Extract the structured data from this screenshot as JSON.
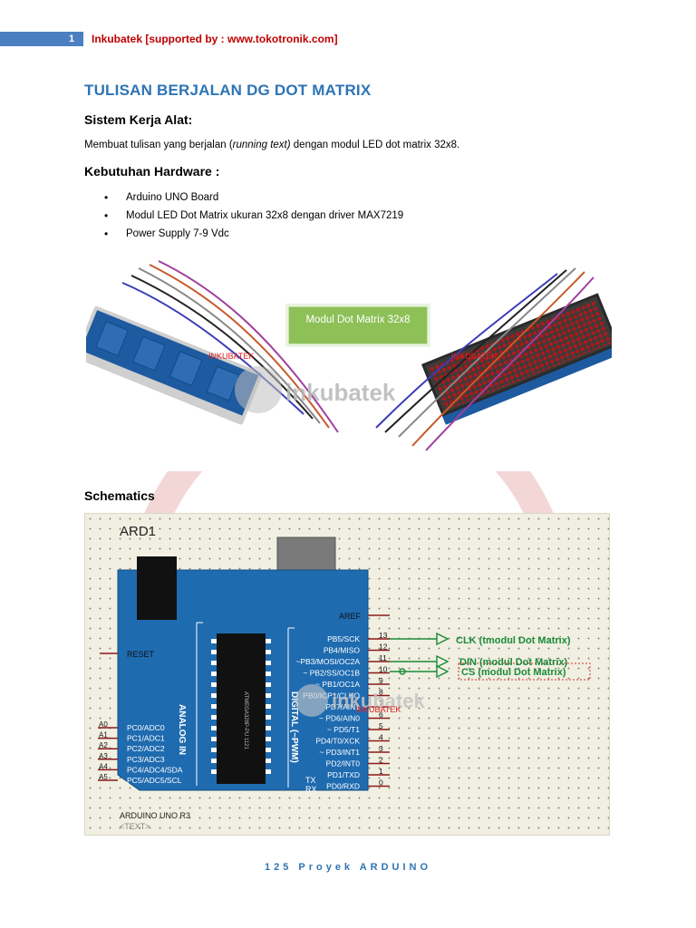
{
  "header": {
    "page_number": "1",
    "text": "Inkubatek  [supported by : www.tokotronik.com]"
  },
  "title": "TULISAN BERJALAN DG DOT MATRIX",
  "sistem": {
    "heading": "Sistem Kerja Alat:",
    "text_before": "Membuat tulisan yang berjalan (",
    "text_italic": "running  text)",
    "text_after": "  dengan modul LED dot matrix 32x8."
  },
  "hardware": {
    "heading": "Kebutuhan Hardware :",
    "items": [
      "Arduino UNO Board",
      "Modul  LED Dot Matrix  ukuran 32x8 dengan driver MAX7219",
      "Power Supply 7-9 Vdc"
    ]
  },
  "photo": {
    "callout": "Modul Dot Matrix 32x8",
    "label_left": "INKUBATEK",
    "label_right": "INKUBATEK",
    "watermark": "inkubatek"
  },
  "schematics": {
    "heading": "Schematics",
    "component_ref": "ARD1",
    "board_name": "ARDUINO UNO R3",
    "text_placeholder": "<TEXT>",
    "reset_label": "RESET",
    "aref_label": "AREF",
    "analog_label": "ANALOG IN",
    "digital_label": "DIGITAL (~PWM)",
    "chip_label": "ATMEGA328P-PU 1121",
    "watermark": "inkubatek",
    "overlay_label": "INKUBATEK",
    "tx_label": "TX",
    "rx_label": "RX",
    "analog_pins": [
      {
        "num": "A0",
        "name": "PC0/ADC0"
      },
      {
        "num": "A1",
        "name": "PC1/ADC1"
      },
      {
        "num": "A2",
        "name": "PC2/ADC2"
      },
      {
        "num": "A3",
        "name": "PC3/ADC3"
      },
      {
        "num": "A4",
        "name": "PC4/ADC4/SDA"
      },
      {
        "num": "A5",
        "name": "PC5/ADC5/SCL"
      }
    ],
    "digital_pins": [
      {
        "num": "13",
        "name": "PB5/SCK"
      },
      {
        "num": "12",
        "name": "PB4/MISO"
      },
      {
        "num": "11",
        "name": "~PB3/MOSI/OC2A"
      },
      {
        "num": "10",
        "name": "~ PB2/SS/OC1B"
      },
      {
        "num": "9",
        "name": "~ PB1/OC1A"
      },
      {
        "num": "8",
        "name": "PB0/ICP1/CLKO"
      },
      {
        "num": "7",
        "name": "PD7/AIN1"
      },
      {
        "num": "6",
        "name": "~ PD6/AIN0"
      },
      {
        "num": "5",
        "name": "~ PD5/T1"
      },
      {
        "num": "4",
        "name": "PD4/T0/XCK"
      },
      {
        "num": "3",
        "name": "~ PD3/INT1"
      },
      {
        "num": "2",
        "name": "PD2/INT0"
      },
      {
        "num": "1",
        "name": "PD1/TXD"
      },
      {
        "num": "0",
        "name": "PD0/RXD"
      }
    ],
    "signals": [
      {
        "label": "CLK (tmodul Dot Matrix)"
      },
      {
        "label": "DIN (modul Dot Matrix)"
      },
      {
        "label": "CS (modul Dot Matrix)"
      }
    ]
  },
  "footer": "125 Proyek ARDUINO"
}
